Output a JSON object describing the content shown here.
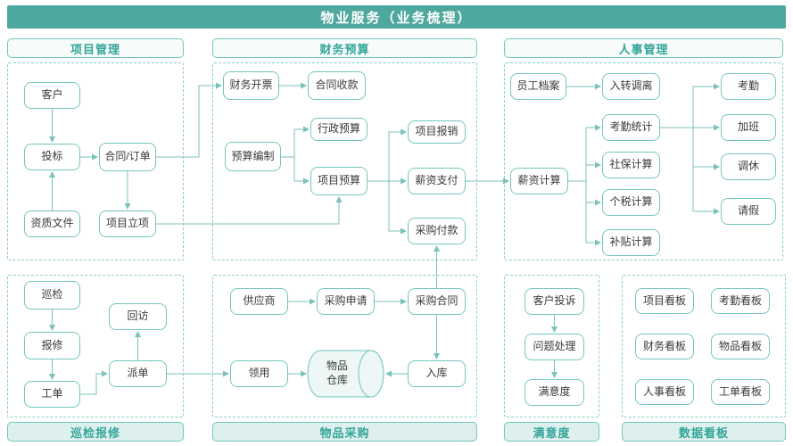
{
  "header": {
    "title": "物业服务（业务梳理）"
  },
  "colors": {
    "header_bg": "#4FA89E",
    "title_text": "#33A599",
    "node_border": "#74C6BE",
    "line": "#7AC2BA",
    "panel_dash": "#8BCFC8",
    "title_fill_top": "#F7FCFB",
    "title_fill_bottom": "#DEF0EE",
    "cylinder_fill": "#EDF7F5",
    "node_text": "#3A3A3A"
  },
  "panels": {
    "project": {
      "title": "项目管理"
    },
    "finance": {
      "title": "财务预算"
    },
    "hr": {
      "title": "人事管理"
    },
    "inspection": {
      "title": "巡检报修"
    },
    "procurement": {
      "title": "物品采购"
    },
    "satisfaction": {
      "title": "满意度"
    },
    "dashboard": {
      "title": "数据看板"
    }
  },
  "nodes": {
    "customer": "客户",
    "bidding": "投标",
    "contract_order": "合同/订单",
    "qualification": "资质文件",
    "project_initiation": "项目立项",
    "invoicing": "财务开票",
    "contract_collection": "合同收款",
    "budget_preparation": "预算编制",
    "admin_budget": "行政预算",
    "project_budget": "项目预算",
    "project_reimburse": "项目报销",
    "salary_payment": "薪资支付",
    "purchase_payment": "采购付款",
    "employee_files": "员工档案",
    "onboarding_transfer": "入转调离",
    "attendance_stats": "考勤统计",
    "social_security": "社保计算",
    "salary_calc": "薪资计算",
    "income_tax": "个税计算",
    "subsidy_calc": "补贴计算",
    "attendance": "考勤",
    "overtime": "加班",
    "comp_leave": "调休",
    "leave": "请假",
    "inspection": "巡检",
    "repair": "报修",
    "work_order": "工单",
    "follow_up": "回访",
    "dispatch": "派单",
    "supplier": "供应商",
    "purchase_request": "采购申请",
    "purchase_contract": "采购合同",
    "requisition": "领用",
    "warehouse_line1": "物品",
    "warehouse_line2": "仓库",
    "stock_in": "入库",
    "complaint": "客户投诉",
    "issue_handling": "问题处理",
    "satisfaction_node": "满意度",
    "board_project": "项目看板",
    "board_attendance": "考勤看板",
    "board_finance": "财务看板",
    "board_goods": "物品看板",
    "board_hr": "人事看板",
    "board_workorder": "工单看板"
  }
}
